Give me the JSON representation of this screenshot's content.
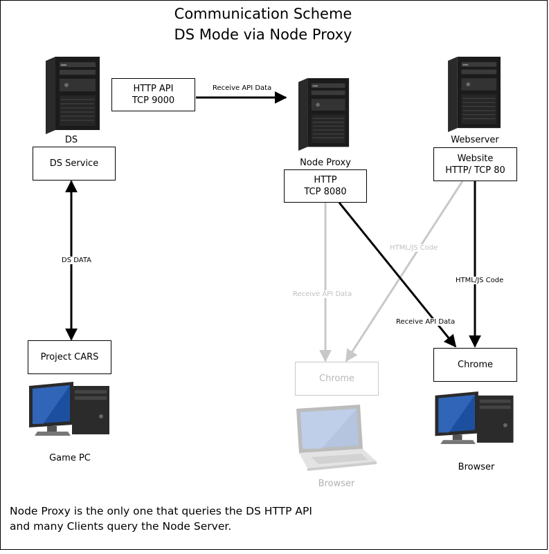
{
  "title": {
    "line1": "Communication Scheme",
    "line2": "DS Mode via Node Proxy"
  },
  "nodes": {
    "ds": {
      "label": "DS",
      "box": "DS Service"
    },
    "http_api": {
      "line1": "HTTP API",
      "line2": "TCP 9000"
    },
    "node_proxy": {
      "label": "Node Proxy",
      "box_line1": "HTTP",
      "box_line2": "TCP 8080"
    },
    "webserver": {
      "label": "Webserver",
      "box_line1": "Website",
      "box_line2": "HTTP/ TCP 80"
    },
    "game_pc": {
      "label": "Game PC",
      "box": "Project CARS"
    },
    "browser_laptop": {
      "label": "Browser",
      "box": "Chrome"
    },
    "browser_pc": {
      "label": "Browser",
      "box": "Chrome"
    }
  },
  "edges": {
    "receive_api_top": "Receive API Data",
    "ds_data": "DS DATA",
    "receive_api_faded": "Receive API Data",
    "html_js_faded": "HTML/JS Code",
    "receive_api_bold": "Receive API Data",
    "html_js_bold": "HTML/JS Code"
  },
  "note": {
    "line1": "Node Proxy is the only one that queries the DS HTTP API",
    "line2": "and many Clients query the Node Server."
  },
  "colors": {
    "active": "#000000",
    "faded": "#c8c8c8",
    "screen_blue": "#1d4fa0"
  }
}
